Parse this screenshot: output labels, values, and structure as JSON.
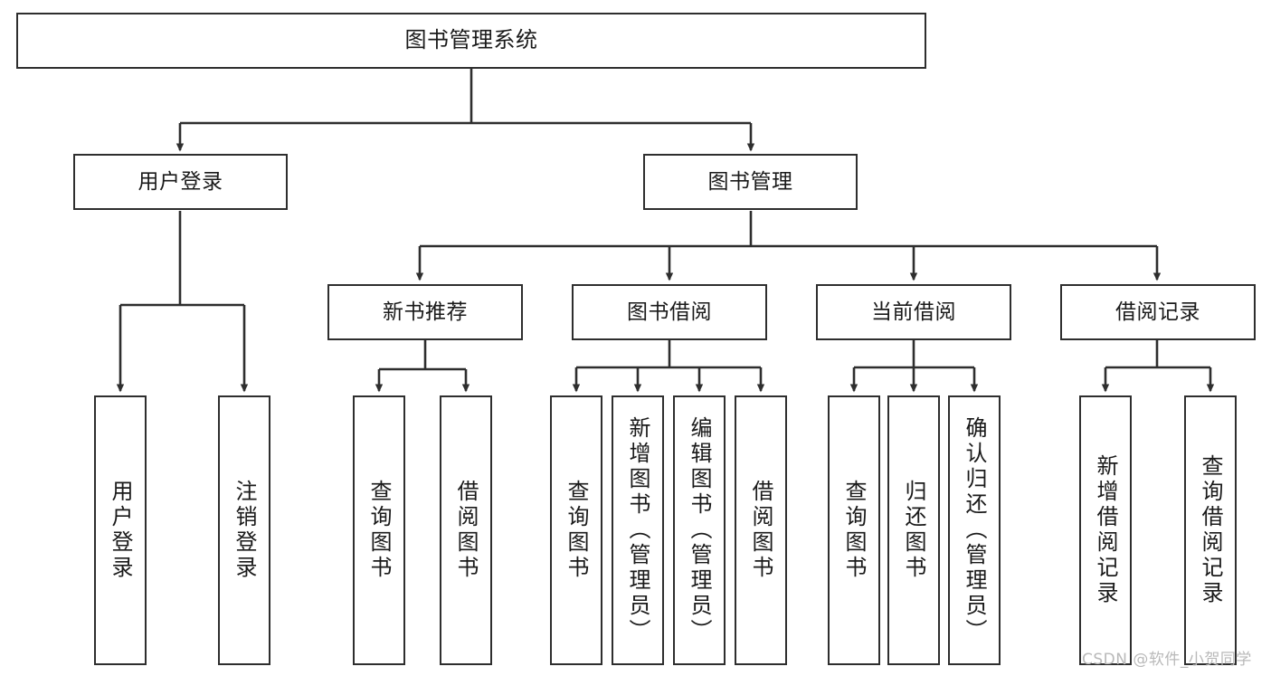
{
  "diagram": {
    "type": "tree",
    "title": "图书管理系统",
    "style": {
      "box_border_color": "#2e2e2e",
      "box_fill": "#ffffff",
      "edge_color": "#2e2e2e",
      "text_color": "#1a1a1a",
      "background": "#ffffff"
    },
    "levels": {
      "root": {
        "label": "图书管理系统"
      },
      "level2": [
        {
          "id": "user-login",
          "label": "用户登录"
        },
        {
          "id": "book-manage",
          "label": "图书管理"
        }
      ],
      "level3": [
        {
          "id": "new-book-rec",
          "label": "新书推荐",
          "parent": "book-manage"
        },
        {
          "id": "book-borrow",
          "label": "图书借阅",
          "parent": "book-manage"
        },
        {
          "id": "current-borrow",
          "label": "当前借阅",
          "parent": "book-manage"
        },
        {
          "id": "borrow-record",
          "label": "借阅记录",
          "parent": "book-manage"
        }
      ],
      "leaves": [
        {
          "id": "leaf-user-login",
          "label": "用户登录",
          "parent": "user-login"
        },
        {
          "id": "leaf-logout",
          "label": "注销登录",
          "parent": "user-login"
        },
        {
          "id": "leaf-query-book-1",
          "label": "查询图书",
          "parent": "new-book-rec"
        },
        {
          "id": "leaf-borrow-book-1",
          "label": "借阅图书",
          "parent": "new-book-rec"
        },
        {
          "id": "leaf-query-book-2",
          "label": "查询图书",
          "parent": "book-borrow"
        },
        {
          "id": "leaf-add-book",
          "label": "新增图书（管理员）",
          "parent": "book-borrow"
        },
        {
          "id": "leaf-edit-book",
          "label": "编辑图书（管理员）",
          "parent": "book-borrow"
        },
        {
          "id": "leaf-borrow-book-2",
          "label": "借阅图书",
          "parent": "book-borrow"
        },
        {
          "id": "leaf-query-book-3",
          "label": "查询图书",
          "parent": "current-borrow"
        },
        {
          "id": "leaf-return-book",
          "label": "归还图书",
          "parent": "current-borrow"
        },
        {
          "id": "leaf-confirm-return",
          "label": "确认归还（管理员）",
          "parent": "current-borrow"
        },
        {
          "id": "leaf-add-record",
          "label": "新增借阅记录",
          "parent": "borrow-record"
        },
        {
          "id": "leaf-query-record",
          "label": "查询借阅记录",
          "parent": "borrow-record"
        }
      ]
    }
  },
  "watermark": {
    "text": "CSDN @软件_小贺同学"
  }
}
